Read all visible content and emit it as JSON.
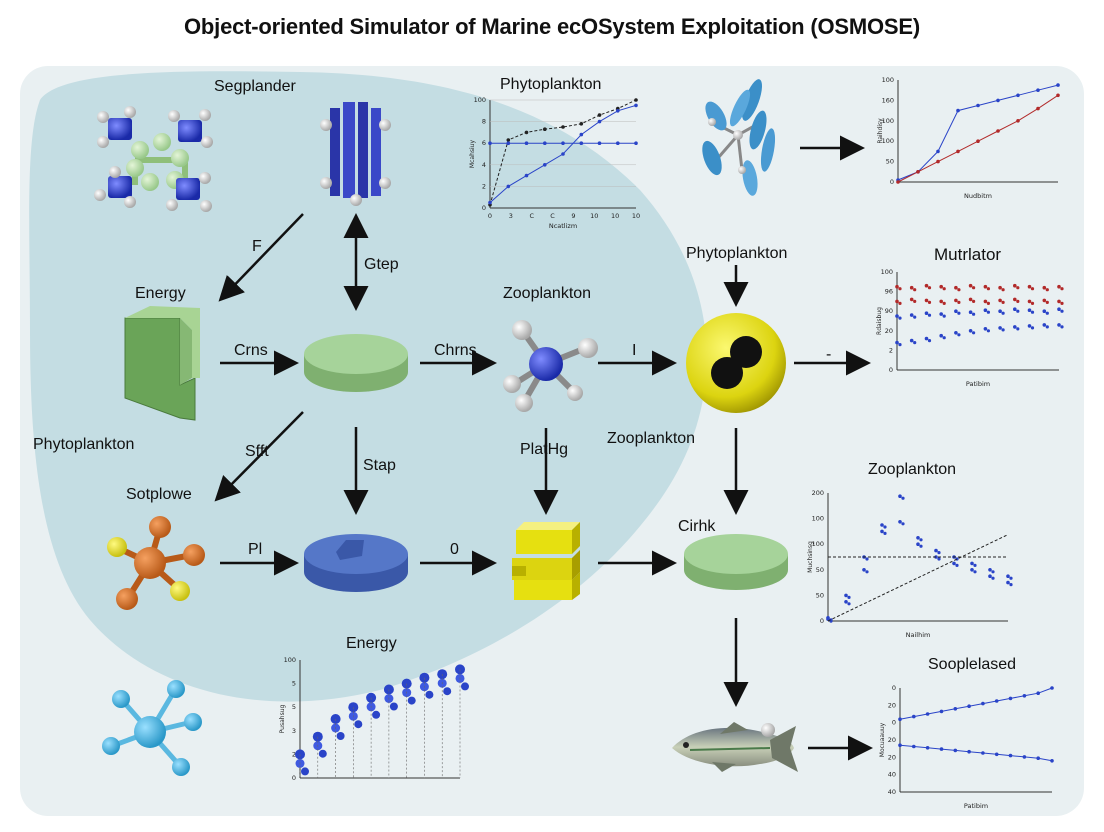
{
  "title": "Object-oriented Simulator of Marine ecOSystem Exploitation (OSMOSE)",
  "labels": {
    "segplander": "Segplander",
    "phytoplankton_top": "Phytoplankton",
    "f": "F",
    "gtep": "Gtep",
    "energy_left": "Energy",
    "zooplankton_mid": "Zooplankton",
    "phytoplankton_right": "Phytoplankton",
    "mutrlator": "Mutrlator",
    "crns": "Crns",
    "chrns": "Chrns",
    "i": "I",
    "phytoplankton_left": "Phytoplankton",
    "sfft": "Sfft",
    "stap": "Stap",
    "platthg": "PlatHg",
    "zooplankton_center": "Zooplankton",
    "sotplowe": "Sotplowe",
    "pl": "Pl",
    "zero": "0",
    "cirhk": "Cirhk",
    "zooplankton_right": "Zooplankton",
    "energy_bottom": "Energy",
    "sooplelased": "Sooplelased",
    "dash": "-"
  },
  "colors": {
    "panel": "#e9f0f2",
    "blob": "#c4dde3",
    "green_disc": "#a6d39a",
    "blue_disc": "#5577c8",
    "yellow_sphere": "#e6e010",
    "red_series": "#b22a2a",
    "blue_series": "#2a44c8"
  },
  "charts": [
    {
      "id": "phytoplankton-chart",
      "type": "line",
      "x_ticks": [
        "0",
        "3",
        "C",
        "C",
        "9",
        "10",
        "10",
        "10"
      ],
      "y_ticks": [
        "0",
        "2",
        "4",
        "6",
        "8",
        "100"
      ],
      "xlabel": "Ncatlizm",
      "ylabel": "Mcahsiuy",
      "ylim": [
        0,
        10
      ],
      "series": [
        {
          "style": "dashed-black",
          "x": [
            0,
            1,
            2,
            3,
            4,
            5,
            6,
            7,
            8
          ],
          "y": [
            0.3,
            6.3,
            7,
            7.3,
            7.5,
            7.8,
            8.6,
            9.2,
            10
          ]
        },
        {
          "style": "blue-line",
          "x": [
            0,
            1,
            2,
            3,
            4,
            5,
            6,
            7,
            8
          ],
          "y": [
            0.5,
            2,
            3,
            4,
            5,
            6.8,
            8,
            9,
            9.5
          ]
        },
        {
          "style": "blue-flat",
          "x": [
            0,
            1,
            2,
            3,
            4,
            5,
            6,
            7,
            8
          ],
          "y": [
            6,
            6,
            6,
            6,
            6,
            6,
            6,
            6,
            6
          ]
        }
      ]
    },
    {
      "id": "top-right-chart",
      "type": "line",
      "y_ticks": [
        "0",
        "50",
        "100",
        "100",
        "160",
        "100"
      ],
      "xlabel": "Nudbitm",
      "ylabel": "Raihdisy",
      "ylim": [
        0,
        100
      ],
      "series": [
        {
          "color": "blue",
          "x": [
            0,
            1,
            2,
            3,
            4,
            5,
            6,
            7,
            8
          ],
          "y": [
            2,
            10,
            30,
            70,
            75,
            80,
            85,
            90,
            95
          ]
        },
        {
          "color": "red",
          "x": [
            0,
            1,
            2,
            3,
            4,
            5,
            6,
            7,
            8
          ],
          "y": [
            0,
            10,
            20,
            30,
            40,
            50,
            60,
            72,
            85
          ]
        }
      ]
    },
    {
      "id": "mutrlator-chart",
      "type": "scatter",
      "y_ticks": [
        "0",
        "2",
        "20",
        "90",
        "96",
        "100"
      ],
      "xlabel": "Patibim",
      "ylabel": "Rdaisbug",
      "ylim": [
        0,
        100
      ],
      "series": [
        {
          "color": "red",
          "y": [
            85,
            84,
            86,
            85,
            84,
            86,
            85,
            84,
            86,
            85,
            84,
            85
          ]
        },
        {
          "color": "red",
          "y": [
            70,
            72,
            71,
            70,
            71,
            72,
            70,
            71,
            72,
            70,
            71,
            70
          ]
        },
        {
          "color": "blue",
          "y": [
            55,
            56,
            58,
            57,
            60,
            59,
            61,
            60,
            62,
            61,
            60,
            62
          ]
        },
        {
          "color": "blue",
          "y": [
            28,
            30,
            32,
            35,
            38,
            40,
            42,
            43,
            44,
            45,
            46,
            46
          ]
        }
      ]
    },
    {
      "id": "zooplankton-chart",
      "type": "scatter",
      "y_ticks": [
        "0",
        "50",
        "50",
        "100",
        "100",
        "200"
      ],
      "xlabel": "Nailhim",
      "ylabel": "Muchsinsg",
      "ylim": [
        0,
        200
      ],
      "series": [
        {
          "color": "blue",
          "x": [
            0,
            1,
            2,
            3,
            4,
            5,
            6,
            7,
            8,
            9,
            10
          ],
          "y": [
            5,
            40,
            100,
            150,
            195,
            120,
            100,
            90,
            80,
            70,
            60
          ]
        },
        {
          "color": "blue",
          "x": [
            0,
            1,
            2,
            3,
            4,
            5,
            6,
            7,
            8,
            9,
            10
          ],
          "y": [
            3,
            30,
            80,
            140,
            155,
            130,
            110,
            100,
            90,
            80,
            70
          ]
        },
        {
          "color": "dashed",
          "x": [
            0,
            10
          ],
          "y": [
            0,
            135
          ]
        },
        {
          "color": "dashed",
          "x": [
            5,
            10
          ],
          "y": [
            100,
            100
          ]
        }
      ]
    },
    {
      "id": "energy-chart",
      "type": "scatter",
      "y_ticks": [
        "0",
        "2",
        "3",
        "5",
        "5",
        "100"
      ],
      "xlabel": "",
      "ylabel": "Pusahsug",
      "ylim": [
        0,
        10
      ],
      "series": [
        {
          "color": "blue",
          "x": [
            0,
            1,
            2,
            3,
            4,
            5,
            6,
            7,
            8,
            9
          ],
          "y": [
            2,
            3.5,
            5,
            6,
            6.8,
            7.5,
            8,
            8.5,
            8.8,
            9.2
          ]
        }
      ]
    },
    {
      "id": "sooplelased-chart",
      "type": "line",
      "y_ticks": [
        "40",
        "40",
        "20",
        "20",
        "0",
        "20",
        "0"
      ],
      "xlabel": "Patibim",
      "ylabel": "Mocuaauuy",
      "ylim": [
        0,
        40
      ],
      "series": [
        {
          "color": "blue",
          "x": [
            0,
            1,
            2,
            3,
            4,
            5,
            6,
            7,
            8,
            9,
            10,
            11
          ],
          "y": [
            28,
            29,
            30,
            31,
            32,
            33,
            34,
            35,
            36,
            37,
            38,
            40
          ]
        },
        {
          "color": "blue",
          "x": [
            0,
            1,
            2,
            3,
            4,
            5,
            6,
            7,
            8,
            9,
            10,
            11
          ],
          "y": [
            18,
            17.5,
            17,
            16.5,
            16,
            15.5,
            15,
            14.5,
            14,
            13.5,
            13,
            12
          ]
        }
      ]
    }
  ]
}
